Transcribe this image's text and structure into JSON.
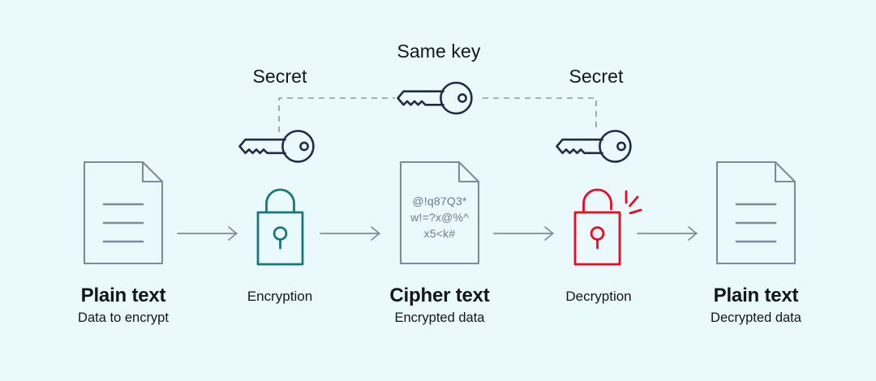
{
  "theme": {
    "background": "#eafafc",
    "doc_stroke": "#7d899c",
    "arrow_stroke": "#7d899c",
    "key_stroke": "#1e2a4a",
    "lock_closed": "#16787a",
    "lock_open": "#ec0a22",
    "text_dark": "#13151a",
    "text_muted": "#6b7a90",
    "dash_stroke": "#8b97a8"
  },
  "top_labels": {
    "secret_left": "Secret",
    "same_key": "Same key",
    "secret_right": "Secret"
  },
  "icons": {
    "key_left": "key-icon",
    "key_center": "key-icon",
    "key_right": "key-icon",
    "lock_closed": "closed-padlock-icon",
    "lock_open": "open-padlock-icon",
    "doc_plain_left": "document-icon",
    "doc_cipher": "document-icon",
    "doc_plain_right": "document-icon",
    "arrow": "arrow-right-icon",
    "dashed_bracket": "dashed-connector"
  },
  "cipher": {
    "line1": "@!q87Q3*",
    "line2": "w!=?x@%^",
    "line3": "x5<k#"
  },
  "stages": [
    {
      "id": "plain-text-input",
      "title": "Plain text",
      "subtitle": "Data to encrypt",
      "emphasis": "strong"
    },
    {
      "id": "encryption",
      "title": "Encryption",
      "subtitle": "",
      "emphasis": "normal"
    },
    {
      "id": "cipher-text",
      "title": "Cipher text",
      "subtitle": "Encrypted data",
      "emphasis": "strong"
    },
    {
      "id": "decryption",
      "title": "Decryption",
      "subtitle": "",
      "emphasis": "normal"
    },
    {
      "id": "plain-text-output",
      "title": "Plain text",
      "subtitle": "Decrypted data",
      "emphasis": "strong"
    }
  ]
}
